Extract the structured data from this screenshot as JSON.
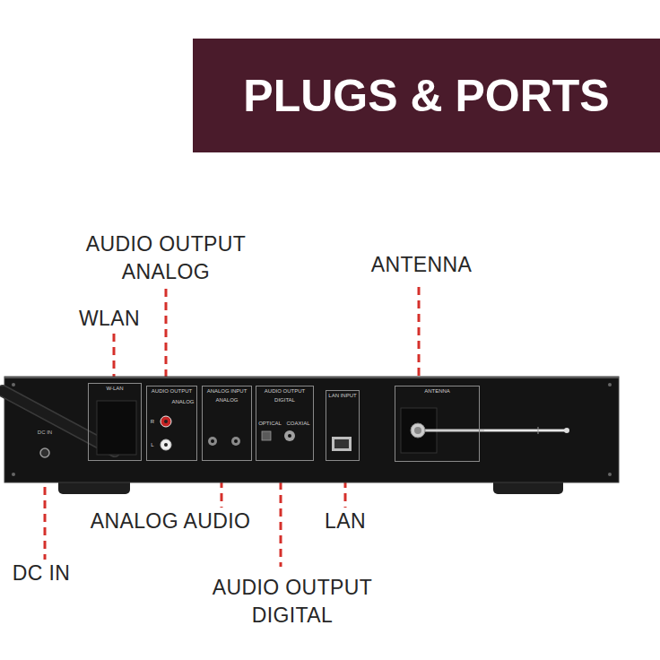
{
  "diagram": {
    "title": "PLUGS & PORTS",
    "nodes": [
      {
        "text": [
          "W-LAN"
        ]
      },
      {
        "text": [
          "AUDIO OUTPUT",
          "ANALOG",
          "R",
          "L"
        ]
      },
      {
        "text": [
          "ANALOG INPUT",
          "ANALOG"
        ]
      },
      {
        "text": [
          "AUDIO OUTPUT",
          "DIGITAL",
          "OPTICAL",
          "COAXIAL"
        ]
      },
      {
        "text": [
          "LAN INPUT"
        ]
      },
      {
        "text": [
          "ANTENNA"
        ]
      }
    ],
    "labels": [
      "AUDIO OUTPUT ANALOG",
      "ANTENNA",
      "WLAN",
      "DC IN",
      "ANALOG AUDIO",
      "LAN",
      "DC IN",
      "AUDIO OUTPUT DIGITAL"
    ]
  }
}
